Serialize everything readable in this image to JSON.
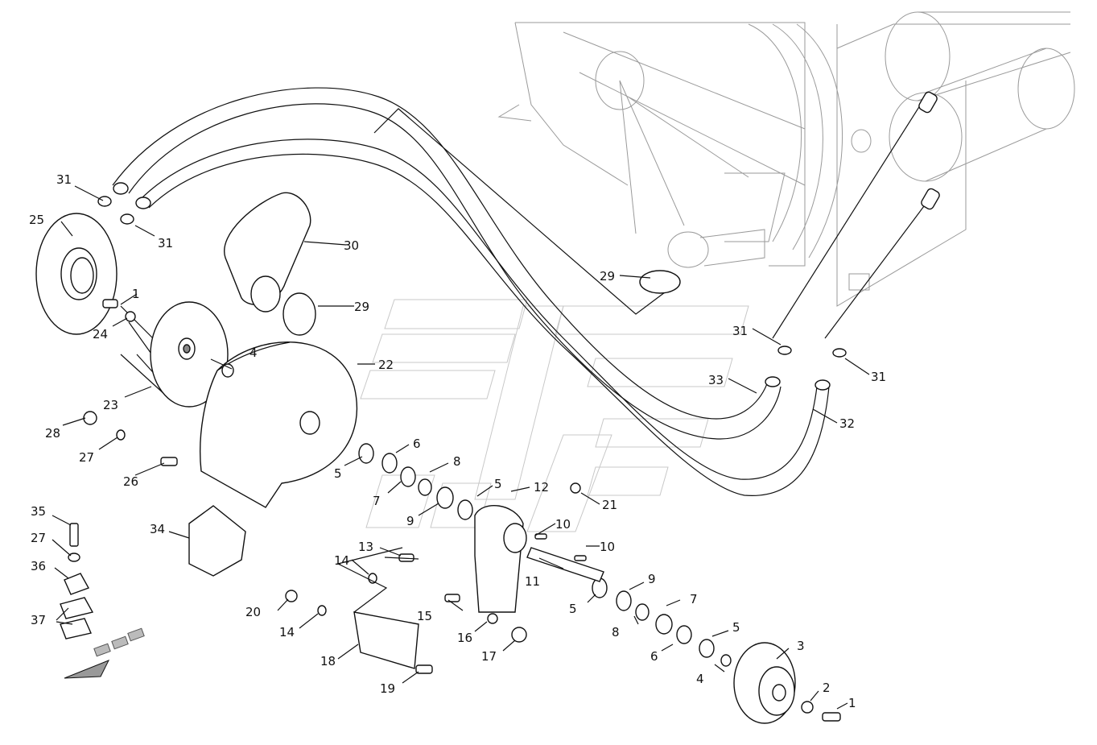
{
  "labels": {
    "p1a": "1",
    "p1b": "1",
    "p2": "2",
    "p3": "3",
    "p4a": "4",
    "p4b": "4",
    "p5a": "5",
    "p5b": "5",
    "p5c": "5",
    "p5d": "5",
    "p6a": "6",
    "p6b": "6",
    "p7a": "7",
    "p7b": "7",
    "p8a": "8",
    "p8b": "8",
    "p9a": "9",
    "p9b": "9",
    "p10a": "10",
    "p10b": "10",
    "p11": "11",
    "p12": "12",
    "p13": "13",
    "p14a": "14",
    "p14b": "14",
    "p15": "15",
    "p16": "16",
    "p17": "17",
    "p18": "18",
    "p19": "19",
    "p20": "20",
    "p21": "21",
    "p22": "22",
    "p23": "23",
    "p24": "24",
    "p25": "25",
    "p26": "26",
    "p27a": "27",
    "p27b": "27",
    "p28": "28",
    "p29a": "29",
    "p29b": "29",
    "p30": "30",
    "p31a": "31",
    "p31b": "31",
    "p31c": "31",
    "p31d": "31",
    "p32": "32",
    "p33": "33",
    "p34": "34",
    "p35": "35",
    "p36": "36",
    "p37": "37"
  },
  "colors": {
    "line": "#111111",
    "ghost": "#9a9a9a",
    "watermark": "#c8c8c8",
    "background": "#ffffff"
  }
}
